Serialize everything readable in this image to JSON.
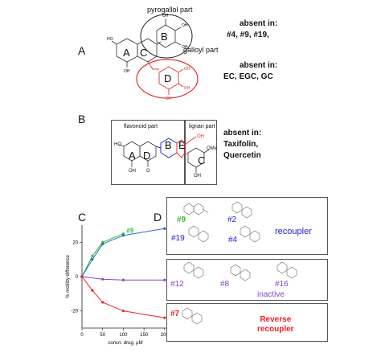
{
  "panels": {
    "A": {
      "letter": "A",
      "pyrogallol_label": "pyrogallol part",
      "galloyl_label": "galloyl part",
      "pyrogallol_absent": [
        "absent in:",
        "#4, #9, #19,"
      ],
      "galloyl_absent": [
        "absent in:",
        "EC, EGC, GC"
      ],
      "ring_labels": [
        "A",
        "C",
        "B",
        "D"
      ]
    },
    "B": {
      "letter": "B",
      "flavonoid_label": "flavonoid part",
      "lignan_label": "lignan part",
      "absent": [
        "absent in:",
        "Taxifolin,",
        "Quercetin"
      ],
      "ring_labels": [
        "A",
        "D",
        "B",
        "E",
        "C"
      ],
      "substituents": [
        "HO",
        "OH",
        "O",
        "OMe",
        "OH",
        "OH"
      ]
    },
    "C": {
      "letter": "C"
    },
    "D": {
      "letter": "D",
      "groups": [
        {
          "name": "recoupler",
          "color": "#2222cc",
          "compounds": [
            {
              "label": "#9",
              "color": "#33bb33"
            },
            {
              "label": "#2",
              "color": "#2222cc"
            },
            {
              "label": "#19",
              "color": "#2222cc"
            },
            {
              "label": "#4",
              "color": "#2222cc"
            }
          ]
        },
        {
          "name": "inactive",
          "color": "#8844cc",
          "compounds": [
            {
              "label": "#12",
              "color": "#8844cc"
            },
            {
              "label": "#8",
              "color": "#8844cc"
            },
            {
              "label": "#16",
              "color": "#8844cc"
            }
          ]
        },
        {
          "name": "Reverse\nrecoupler",
          "color": "#ee2222",
          "compounds": [
            {
              "label": "#7",
              "color": "#ee2222"
            }
          ]
        }
      ]
    }
  },
  "chart_data": {
    "type": "line",
    "xlabel": "concn. drug, µM",
    "ylabel": "% motility difference",
    "xlim": [
      0,
      210
    ],
    "ylim": [
      -30,
      30
    ],
    "x_ticks": [
      0,
      50,
      100,
      150,
      200
    ],
    "y_ticks": [
      -20,
      0,
      20
    ],
    "grid": false,
    "series": [
      {
        "name": "#9",
        "color": "#33bb33",
        "x": [
          0,
          25,
          50,
          100
        ],
        "y": [
          0,
          12,
          20,
          25
        ]
      },
      {
        "name": "#19",
        "color": "#2266cc",
        "x": [
          0,
          25,
          50,
          100,
          200
        ],
        "y": [
          0,
          10,
          19,
          24,
          28
        ]
      },
      {
        "name": "#12",
        "color": "#8844cc",
        "x": [
          0,
          50,
          100,
          200
        ],
        "y": [
          0,
          -1.5,
          -2,
          -2
        ]
      },
      {
        "name": "#7",
        "color": "#ee2222",
        "x": [
          0,
          25,
          50,
          100,
          200
        ],
        "y": [
          0,
          -8,
          -15,
          -20,
          -24
        ]
      }
    ]
  }
}
